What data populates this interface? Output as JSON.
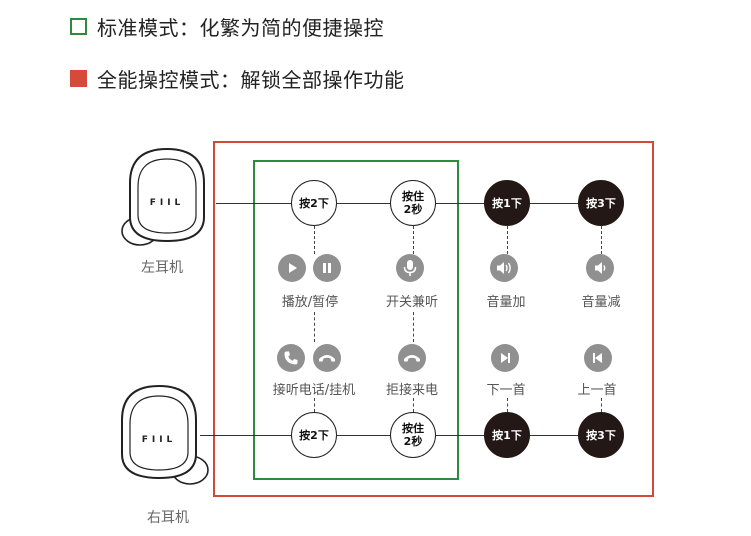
{
  "legend": {
    "standard_mode": "标准模式：化繁为简的便捷操控",
    "full_mode": "全能操控模式：解锁全部操作功能",
    "standard_color": "#2e8b3e",
    "full_color": "#d64a3a"
  },
  "earbuds": {
    "left_label": "左耳机",
    "right_label": "右耳机",
    "brand_text": "FIIL"
  },
  "left_row": {
    "press2": "按2下",
    "hold_line1": "按住",
    "hold_line2": "2秒",
    "press1": "按1下",
    "press3": "按3下"
  },
  "right_row": {
    "press2": "按2下",
    "hold_line1": "按住",
    "hold_line2": "2秒",
    "press1": "按1下",
    "press3": "按3下"
  },
  "functions": {
    "play_pause": "播放/暂停",
    "transparency": "开关兼听",
    "volume_up": "音量加",
    "volume_down": "音量减",
    "answer_hangup": "接听电话/挂机",
    "reject_call": "拒接来电",
    "next_track": "下一首",
    "prev_track": "上一首"
  },
  "icons": [
    "play-icon",
    "pause-icon",
    "microphone-icon",
    "volume-up-icon",
    "volume-down-icon",
    "phone-answer-icon",
    "phone-hangup-icon",
    "next-track-icon",
    "previous-track-icon"
  ]
}
